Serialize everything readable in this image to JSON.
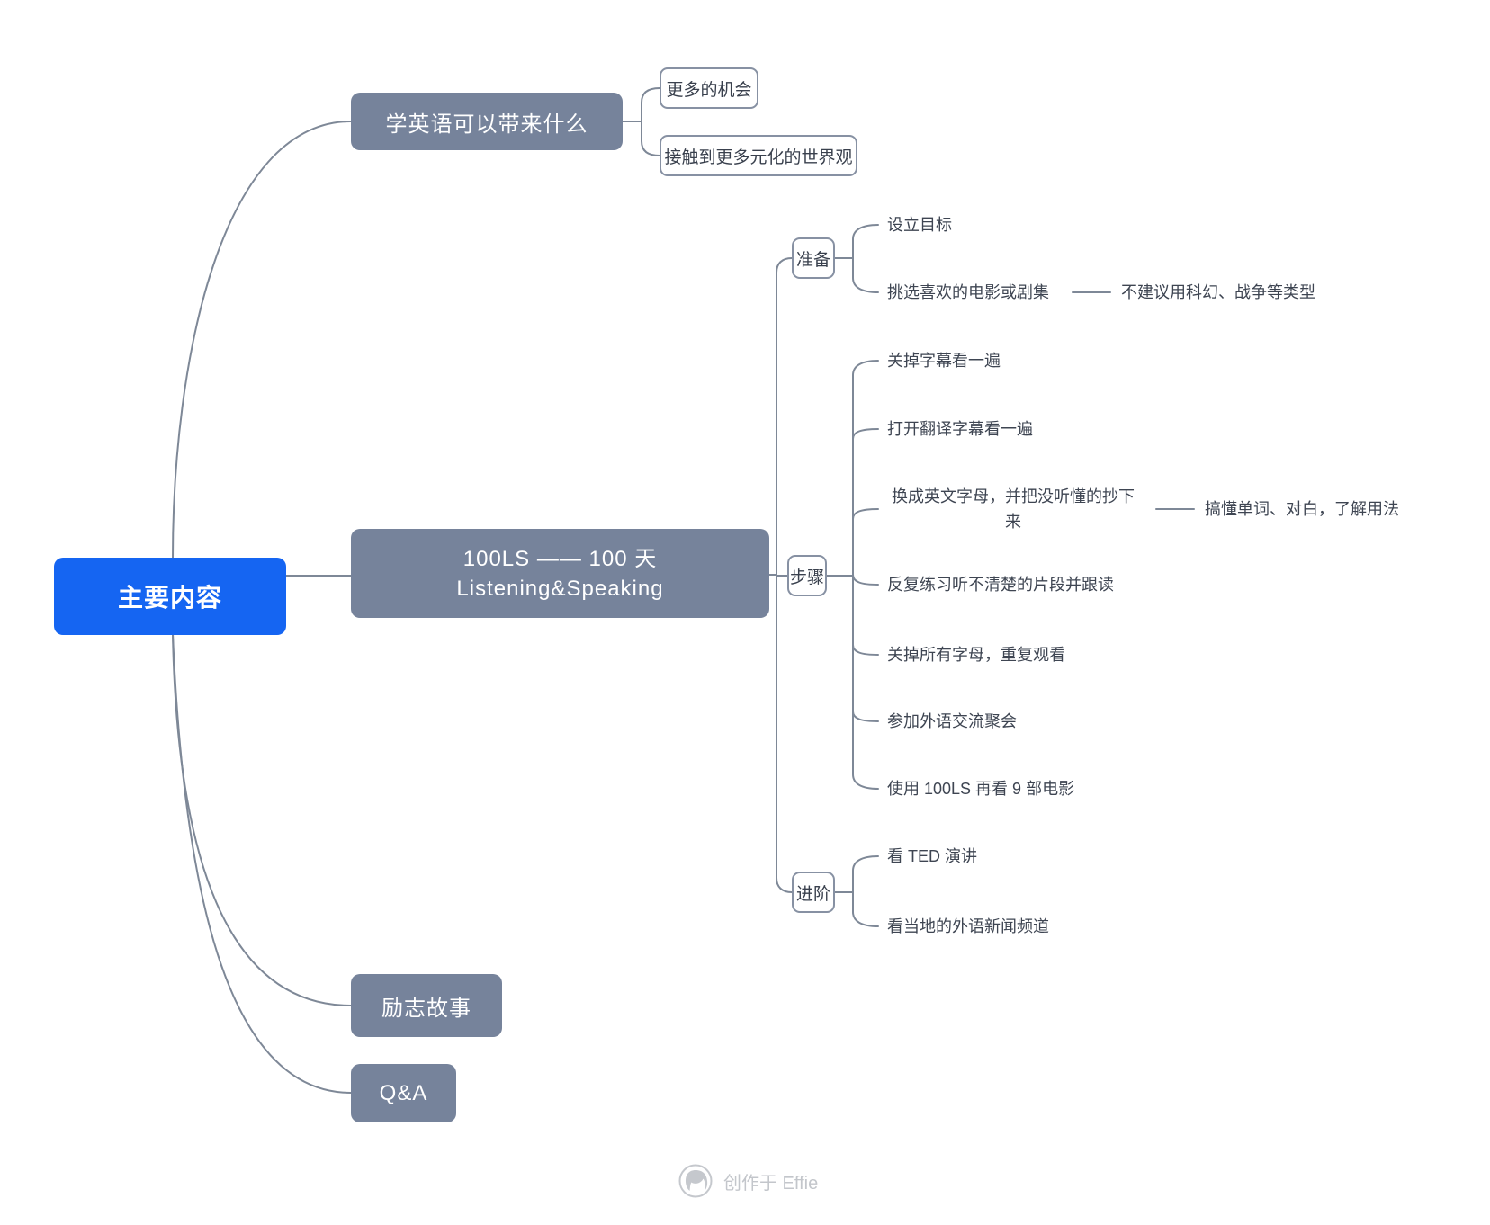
{
  "colors": {
    "root_bg": "#1565F2",
    "branch_bg": "#76839B",
    "line": "#7E8897",
    "outline_border": "#8791A3",
    "leaf_text": "#3E4552",
    "watermark_text": "#C3C6CB"
  },
  "mindmap": {
    "root": {
      "label": "主要内容"
    },
    "learn_english": {
      "label": "学英语可以带来什么",
      "children": [
        {
          "label": "更多的机会"
        },
        {
          "label": "接触到更多元化的世界观"
        }
      ]
    },
    "method": {
      "title_line1": "100LS —— 100 天",
      "title_line2": "Listening&Speaking",
      "prepare": {
        "label": "准备",
        "items": [
          {
            "label": "设立目标"
          },
          {
            "label": "挑选喜欢的电影或剧集",
            "note": "不建议用科幻、战争等类型"
          }
        ]
      },
      "steps": {
        "label": "步骤",
        "items": [
          {
            "label": "关掉字幕看一遍"
          },
          {
            "label": "打开翻译字幕看一遍"
          },
          {
            "label": "换成英文字母，并把没听懂的抄下来",
            "note": "搞懂单词、对白，了解用法"
          },
          {
            "label": "反复练习听不清楚的片段并跟读"
          },
          {
            "label": "关掉所有字母，重复观看"
          },
          {
            "label": "参加外语交流聚会"
          },
          {
            "label": "使用 100LS 再看 9 部电影"
          }
        ]
      },
      "advanced": {
        "label": "进阶",
        "items": [
          {
            "label": "看 TED 演讲"
          },
          {
            "label": "看当地的外语新闻频道"
          }
        ]
      }
    },
    "story": {
      "label": "励志故事"
    },
    "qa": {
      "label": "Q&A"
    }
  },
  "footer": {
    "label": "创作于 Effie"
  }
}
